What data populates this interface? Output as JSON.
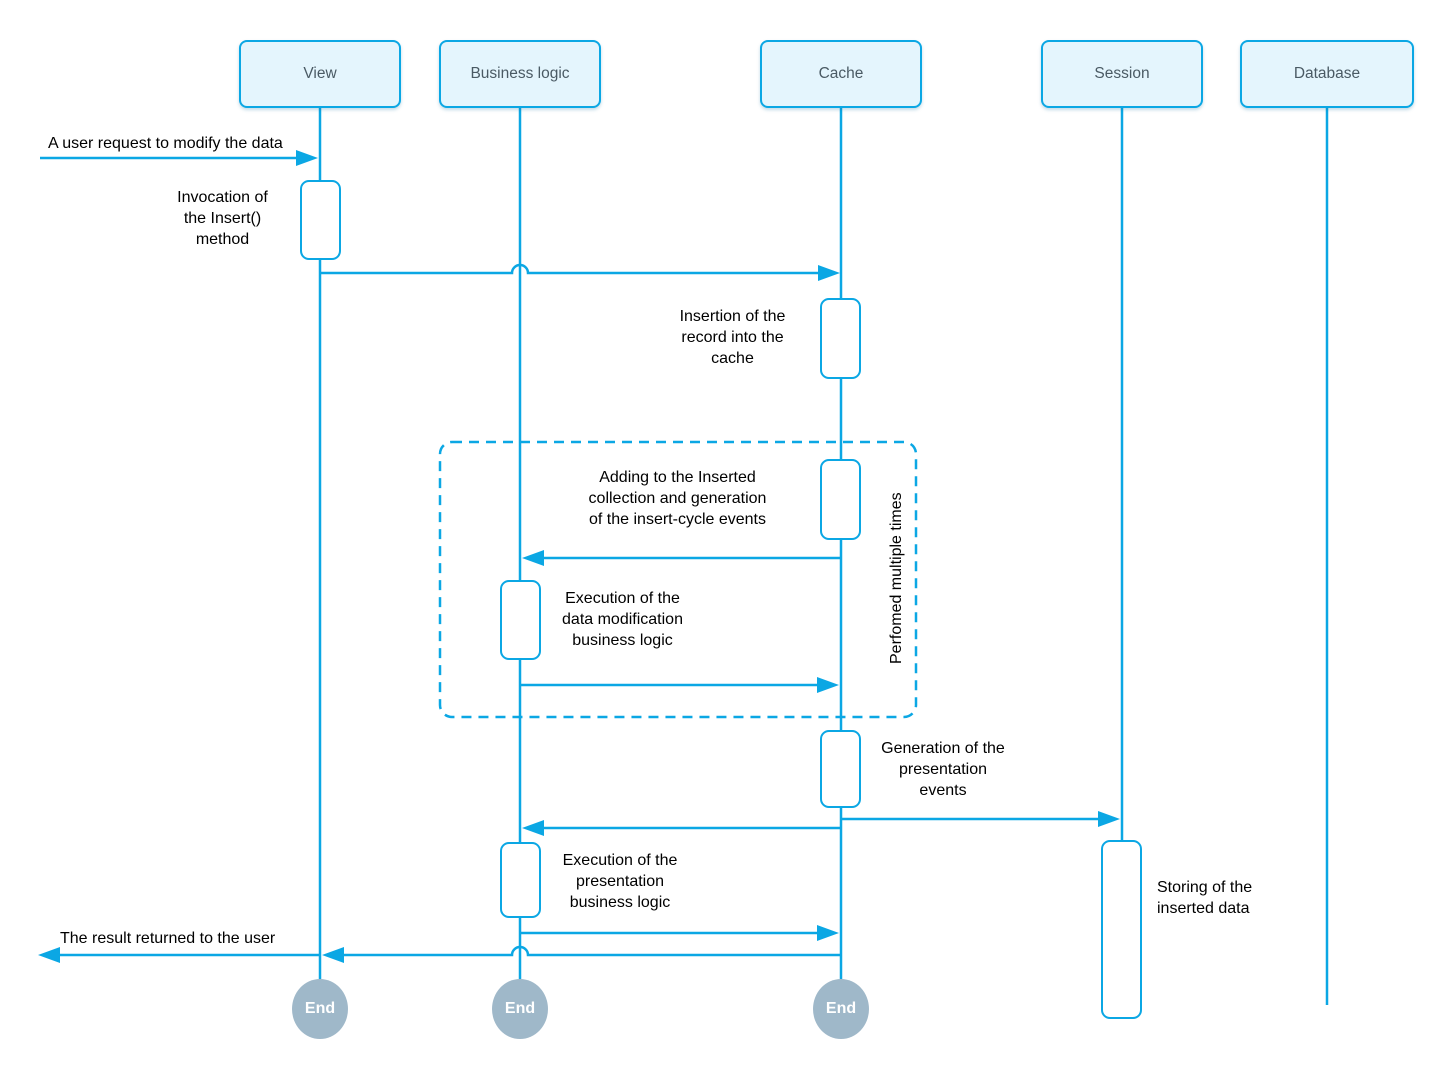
{
  "participants": [
    {
      "id": "view",
      "label": "View"
    },
    {
      "id": "business-logic",
      "label": "Business logic"
    },
    {
      "id": "cache",
      "label": "Cache"
    },
    {
      "id": "session",
      "label": "Session"
    },
    {
      "id": "database",
      "label": "Database"
    }
  ],
  "messages": {
    "user_request": "A user request to modify the data",
    "invoke_insert": "Invocation of\nthe Insert()\nmethod",
    "insert_record": "Insertion of the\nrecord into the\ncache",
    "adding_inserted": "Adding to the Inserted\ncollection and generation\nof the insert-cycle events",
    "exec_data_logic": "Execution of the\ndata modification\nbusiness logic",
    "loop_label": "Perfomed multiple times",
    "gen_presentation": "Generation of the\npresentation\nevents",
    "exec_presentation_logic": "Execution of the\npresentation\nbusiness logic",
    "storing_data": "Storing of the\ninserted data",
    "result_returned": "The result returned to the user",
    "end_label": "End"
  },
  "colors": {
    "line": "#0ba7e4",
    "participant_fill": "#e4f5fd",
    "participant_text": "#4a5a64",
    "text": "#000000",
    "end_fill": "#9fb8c9",
    "end_text": "#ffffff",
    "canvas_bg": "#ffffff"
  }
}
